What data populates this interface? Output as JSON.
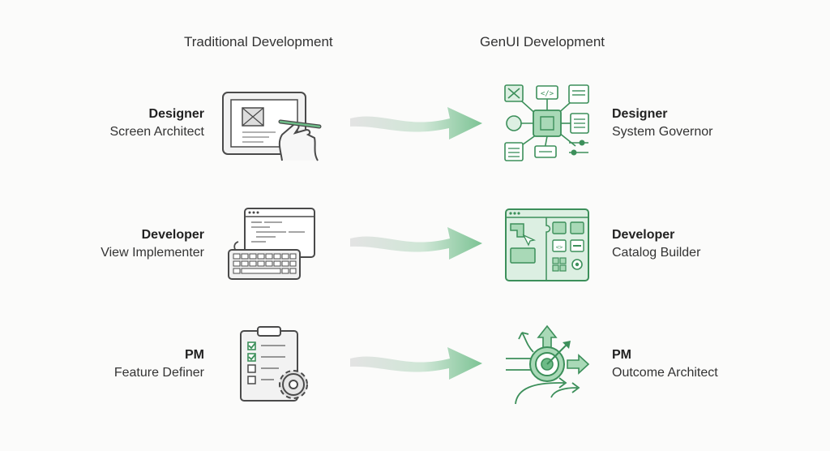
{
  "columns": {
    "left": "Traditional Development",
    "right": "GenUI Development"
  },
  "rows": [
    {
      "left": {
        "name": "Designer",
        "desc": "Screen Architect",
        "icon": "tablet-drawing-icon"
      },
      "right": {
        "name": "Designer",
        "desc": "System Governor",
        "icon": "component-network-icon"
      }
    },
    {
      "left": {
        "name": "Developer",
        "desc": "View Implementer",
        "icon": "code-keyboard-icon"
      },
      "right": {
        "name": "Developer",
        "desc": "Catalog Builder",
        "icon": "component-catalog-window-icon"
      }
    },
    {
      "left": {
        "name": "PM",
        "desc": "Feature Definer",
        "icon": "clipboard-checklist-gear-icon"
      },
      "right": {
        "name": "PM",
        "desc": "Outcome Architect",
        "icon": "target-arrows-icon"
      }
    }
  ],
  "colors": {
    "accent": "#6dbb87",
    "accent_light": "#dcefe2",
    "line": "#4a4a4a",
    "grey_fill": "#e6e6e6"
  }
}
